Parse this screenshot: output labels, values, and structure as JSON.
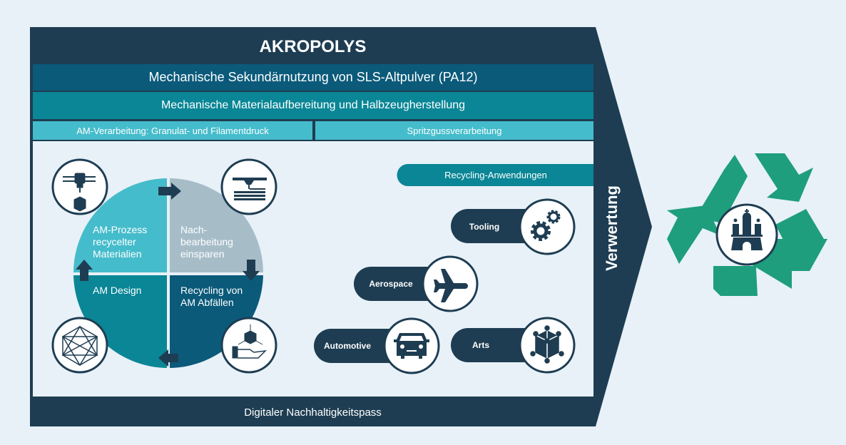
{
  "title": "AKROPOLYS",
  "bars": {
    "row1": "Mechanische Sekundärnutzung von SLS-Altpulver (PA12)",
    "row2": "Mechanische Materialaufbereitung und Halbzeugherstellung",
    "row3_left": "AM-Verarbeitung: Granulat- und Filamentdruck",
    "row3_right": "Spritzgussverarbeitung"
  },
  "cycle": {
    "q1": [
      "AM-Prozess",
      "recycelter",
      "Materialien"
    ],
    "q2": [
      "Nach-",
      "bearbeitung",
      "einsparen"
    ],
    "q3": [
      "AM Design"
    ],
    "q4": [
      "Recycling von",
      "AM Abfällen"
    ]
  },
  "applications": {
    "header": "Recycling-Anwendungen",
    "items": [
      "Tooling",
      "Aerospace",
      "Automotive",
      "Arts"
    ]
  },
  "footer": "Digitaler Nachhaltigkeitspass",
  "arrow_label": "Verwertung",
  "colors": {
    "background": "#e8f1f8",
    "dark": "#1e3d52",
    "blue": "#0b5a7a",
    "teal": "#0a8696",
    "light_teal": "#45bccb",
    "grey": "#a6bdc8",
    "green": "#1e9e7c"
  }
}
